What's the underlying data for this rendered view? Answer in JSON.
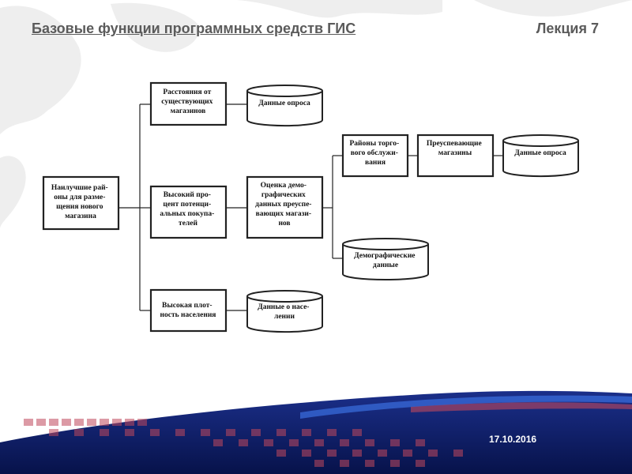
{
  "header": {
    "title": "Базовые функции программных средств ГИС",
    "lecture": "Лекция 7"
  },
  "diagram": {
    "root": [
      "Наилучшие рай-",
      "оны для разме-",
      "щения нового",
      "магазина"
    ],
    "distance": [
      "Расстояния от",
      "существующих",
      "магазинов"
    ],
    "high_percent": [
      "Высокий про-",
      "цент потенци-",
      "альных покупа-",
      "телей"
    ],
    "density": [
      "Высокая плот-",
      "ность населения"
    ],
    "survey_data_1": [
      "Данные опроса"
    ],
    "population_data": [
      "Данные о насе-",
      "лении"
    ],
    "demo_eval": [
      "Оценка демо-",
      "графических",
      "данных преуспе-",
      "вающих магази-",
      "нов"
    ],
    "trade_areas": [
      "Районы торго-",
      "вого обслужи-",
      "вания"
    ],
    "prosperous": [
      "Преуспевающие",
      "магазины"
    ],
    "survey_data_2": [
      "Данные опроса"
    ],
    "demographic_data": [
      "Демографические",
      "данные"
    ]
  },
  "footer": {
    "date": "17.10.2016"
  },
  "colors": {
    "header_text": "#5b5b5b",
    "footer_dark_blue": "#0d1f6e",
    "footer_blue": "#1f4fc8",
    "footer_accent_red": "#c0485c"
  }
}
